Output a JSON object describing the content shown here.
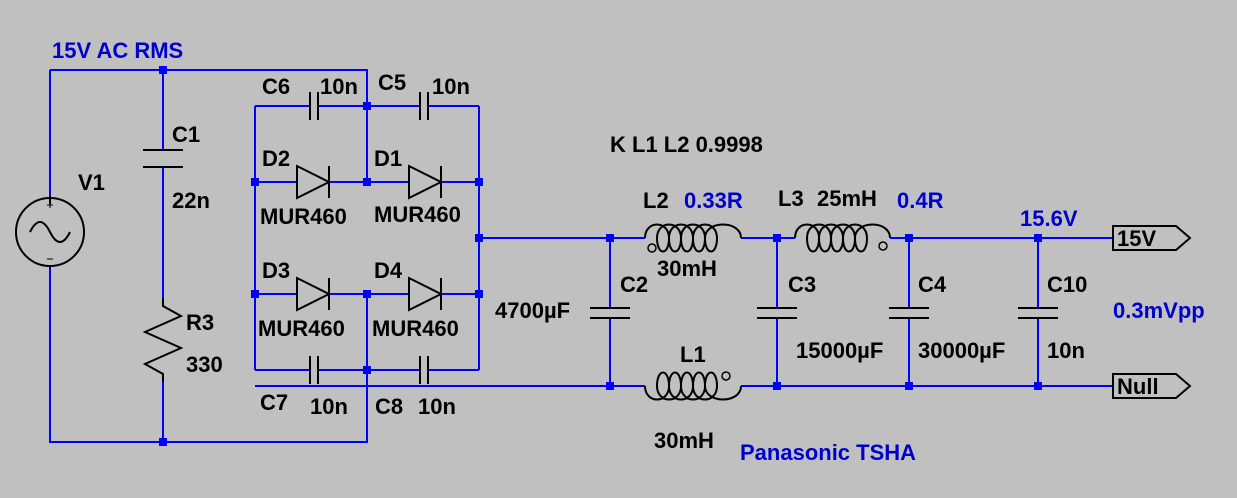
{
  "labels": {
    "source_net": "15V AC RMS",
    "v1_name": "V1",
    "c1_name": "C1",
    "c1_value": "22n",
    "r3_name": "R3",
    "r3_value": "330",
    "c6_name": "C6",
    "c6_value": "10n",
    "c5_name": "C5",
    "c5_value": "10n",
    "d2_name": "D2",
    "d2_model": "MUR460",
    "d1_name": "D1",
    "d1_model": "MUR460",
    "d3_name": "D3",
    "d3_model": "MUR460",
    "d4_name": "D4",
    "d4_model": "MUR460",
    "c7_name": "C7",
    "c7_value": "10n",
    "c8_name": "C8",
    "c8_value": "10n",
    "coupling": "K L1 L2 0.9998",
    "l2_name": "L2",
    "l2_res": "0.33R",
    "l2_value": "30mH",
    "l3_name": "L3",
    "l3_value": "25mH",
    "l3_res": "0.4R",
    "c2_name": "C2",
    "c2_value": "4700µF",
    "c3_name": "C3",
    "c3_value": "15000µF",
    "c4_name": "C4",
    "c4_value": "30000µF",
    "c10_name": "C10",
    "c10_value": "10n",
    "l1_name": "L1",
    "l1_value": "30mH",
    "out_voltage": "15.6V",
    "ripple": "0.3mVpp",
    "choke_note": "Panasonic TSHA",
    "port_15v": "15V",
    "port_null": "Null"
  },
  "colors": {
    "background": "#c0c0c0",
    "wire": "#0000ff",
    "component": "#000000",
    "annotation": "#0000cc"
  }
}
